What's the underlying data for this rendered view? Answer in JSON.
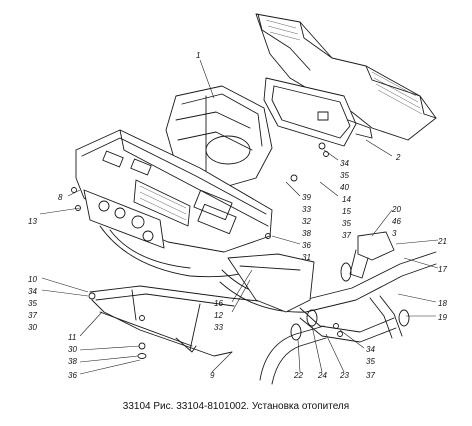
{
  "caption": "33104 Рис. 33104-8101002. Установка отопителя",
  "callouts": [
    {
      "id": "c1",
      "text": "1"
    },
    {
      "id": "c2",
      "text": "2"
    },
    {
      "id": "c34a",
      "text": "34"
    },
    {
      "id": "c35a",
      "text": "35"
    },
    {
      "id": "c40",
      "text": "40"
    },
    {
      "id": "c8",
      "text": "8"
    },
    {
      "id": "c13",
      "text": "13"
    },
    {
      "id": "c39",
      "text": "39"
    },
    {
      "id": "c33a",
      "text": "33"
    },
    {
      "id": "c32",
      "text": "32"
    },
    {
      "id": "c38a",
      "text": "38"
    },
    {
      "id": "c36a",
      "text": "36"
    },
    {
      "id": "c31",
      "text": "31"
    },
    {
      "id": "c14",
      "text": "14"
    },
    {
      "id": "c15",
      "text": "15"
    },
    {
      "id": "c35b",
      "text": "35"
    },
    {
      "id": "c37a",
      "text": "37"
    },
    {
      "id": "c20",
      "text": "20"
    },
    {
      "id": "c46",
      "text": "46"
    },
    {
      "id": "c3",
      "text": "3"
    },
    {
      "id": "c21",
      "text": "21"
    },
    {
      "id": "c17",
      "text": "17"
    },
    {
      "id": "c10",
      "text": "10"
    },
    {
      "id": "c34b",
      "text": "34"
    },
    {
      "id": "c35c",
      "text": "35"
    },
    {
      "id": "c37b",
      "text": "37"
    },
    {
      "id": "c30a",
      "text": "30"
    },
    {
      "id": "c16",
      "text": "16"
    },
    {
      "id": "c12",
      "text": "12"
    },
    {
      "id": "c33b",
      "text": "33"
    },
    {
      "id": "c18",
      "text": "18"
    },
    {
      "id": "c19",
      "text": "19"
    },
    {
      "id": "c11",
      "text": "11"
    },
    {
      "id": "c30b",
      "text": "30"
    },
    {
      "id": "c38b",
      "text": "38"
    },
    {
      "id": "c36b",
      "text": "36"
    },
    {
      "id": "c9",
      "text": "9"
    },
    {
      "id": "c22",
      "text": "22"
    },
    {
      "id": "c24",
      "text": "24"
    },
    {
      "id": "c23",
      "text": "23"
    },
    {
      "id": "c34c",
      "text": "34"
    },
    {
      "id": "c35d",
      "text": "35"
    },
    {
      "id": "c37c",
      "text": "37"
    }
  ]
}
